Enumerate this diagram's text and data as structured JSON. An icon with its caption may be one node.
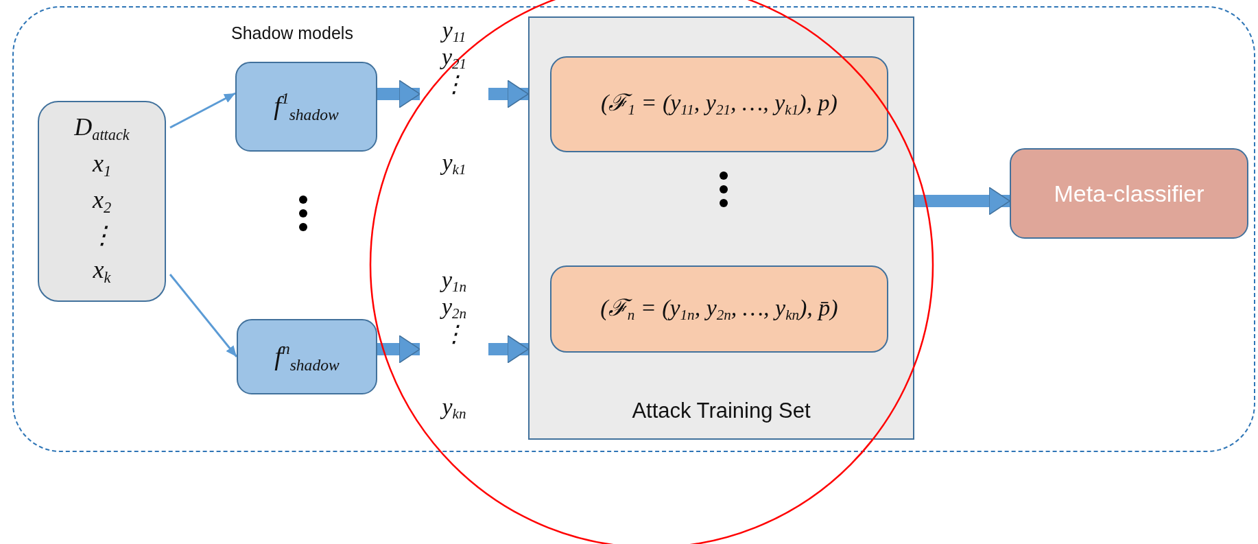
{
  "diagram": {
    "nodes": [
      {
        "text": [],
        "shape": "box"
      },
      {
        "text": [
          "D$_{attack}$",
          "x$_{1}$",
          "x$_{2}$",
          "⋮",
          "x$_{k}$"
        ],
        "in": 0
      },
      {
        "text": [
          "f$^{1}$$_{shadow}$"
        ],
        "beside": [
          "Shadow models"
        ],
        "in": 0
      },
      {
        "text": [
          "f$^{n}$$_{shadow}$"
        ],
        "in": 0
      },
      {
        "text": [
          "y$_{11}$",
          "y$_{21}$",
          "⋮",
          "y$_{k1}$"
        ],
        "in": 0
      },
      {
        "text": [
          "y$_{1n}$",
          "y$_{2n}$",
          "⋮",
          "y$_{kn}$"
        ],
        "in": 0
      },
      {
        "text": [
          "Attack Training Set"
        ],
        "in": 0
      },
      {
        "text": [
          "(ℱ$_{1}$ = (y$_{11}$, y$_{21}$, …, y$_{k1}$), p)"
        ],
        "in": 6
      },
      {
        "text": [
          "(ℱ$_{n}$ = (y$_{1n}$, y$_{2n}$, …, y$_{kn}$), p̄)"
        ],
        "in": 6
      },
      {
        "text": [
          "Meta-classifier"
        ],
        "in": 0
      }
    ],
    "edges": [
      {
        "from": 1,
        "to": 2,
        "arrow": "to"
      },
      {
        "from": 1,
        "to": 3,
        "arrow": "to"
      },
      {
        "from": 2,
        "to": 4,
        "arrow": "to"
      },
      {
        "from": 4,
        "to": 6,
        "arrow": "to"
      },
      {
        "from": 3,
        "to": 5,
        "arrow": "to"
      },
      {
        "from": 5,
        "to": 6,
        "arrow": "to"
      },
      {
        "from": 6,
        "to": 9,
        "arrow": "to"
      }
    ]
  }
}
